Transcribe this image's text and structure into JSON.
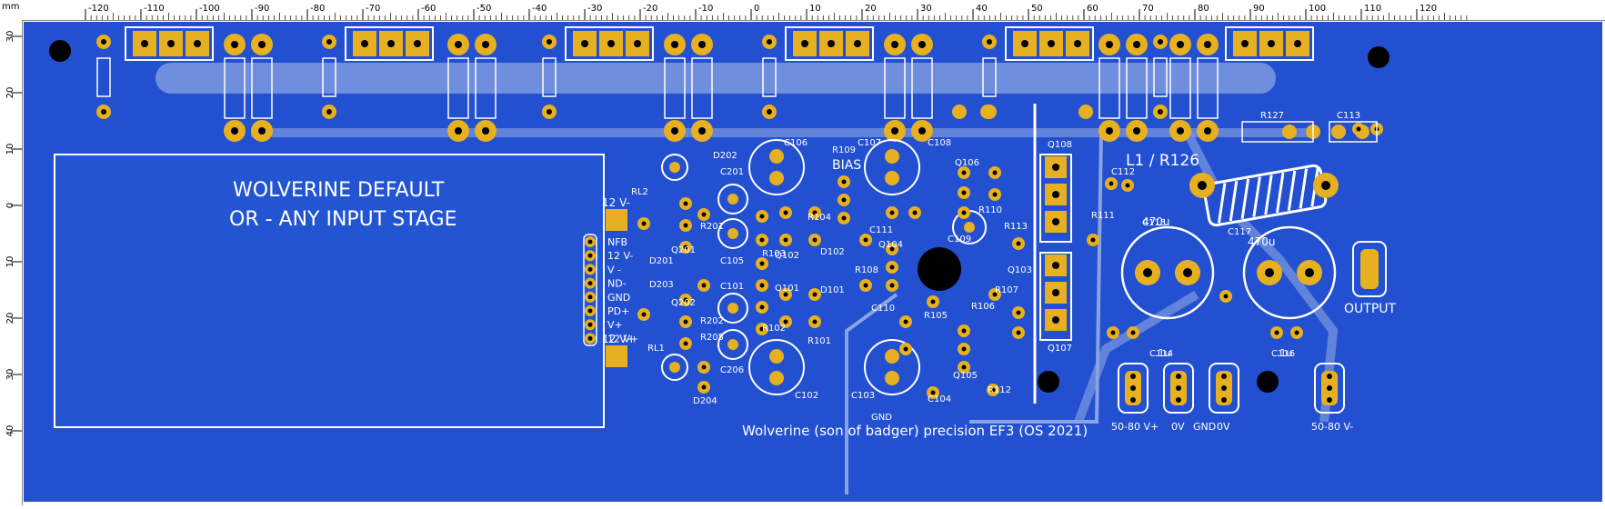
{
  "ruler": {
    "unit": "mm",
    "top_ticks": [
      "-120",
      "-110",
      "-100",
      "-90",
      "-80",
      "-70",
      "-60",
      "-50",
      "-40",
      "-30",
      "-20",
      "-10",
      "0",
      "10",
      "20",
      "30",
      "40",
      "50",
      "60",
      "70",
      "80",
      "90",
      "100",
      "110",
      "120"
    ],
    "left_ticks": [
      "30",
      "20",
      "10",
      "0",
      "10",
      "20",
      "30",
      "40"
    ]
  },
  "colors": {
    "board": "#2250d0",
    "ground_fill": "#1e46bd",
    "trace": "#1a3aa8",
    "pad": "#e6b020",
    "silk": "#ffffff"
  },
  "icons": {
    "pad": "pcb-pad-icon",
    "mounting_hole": "mounting-hole-icon",
    "capacitor": "electrolytic-capacitor-icon",
    "inductor": "inductor-coil-icon"
  },
  "board": {
    "input_area_line1": "WOLVERINE DEFAULT",
    "input_area_line2": "OR - ANY INPUT STAGE",
    "title": "Wolverine (son of badger) precision EF3 (OS 2021)",
    "bias": "BIAS",
    "inductor": "L1 / R126",
    "output": "OUTPUT",
    "gnd": "GND",
    "connector_pins": [
      "NFB",
      "12 V-",
      "V -",
      "ND-",
      "GND",
      "PD+",
      "V+",
      "12 V+"
    ],
    "rail_labels": [
      "50-80 V+",
      "0V",
      "GND",
      "0V",
      "50-80 V-"
    ],
    "cap_values": {
      "c115": "470u",
      "c117": "470u",
      "c114": ".1u",
      "c116": ".1u"
    },
    "components": [
      "C106",
      "C107",
      "C108",
      "R109",
      "Q106",
      "C201",
      "D202",
      "RL2",
      "R201",
      "Q201",
      "D201",
      "C105",
      "R103",
      "R104",
      "Q102",
      "D102",
      "C111",
      "R108",
      "Q104",
      "C109",
      "R110",
      "R113",
      "R111",
      "Q108",
      "C112",
      "R127",
      "C113",
      "C115",
      "C117",
      "Q103",
      "R107",
      "R106",
      "R105",
      "C110",
      "D203",
      "Q202",
      "R202",
      "C101",
      "R102",
      "Q101",
      "D101",
      "R101",
      "RL1",
      "R205",
      "C206",
      "D204",
      "C102",
      "C103",
      "C104",
      "Q105",
      "R112",
      "Q107",
      "C114",
      "C116",
      "12 V-",
      "12 V+"
    ]
  }
}
